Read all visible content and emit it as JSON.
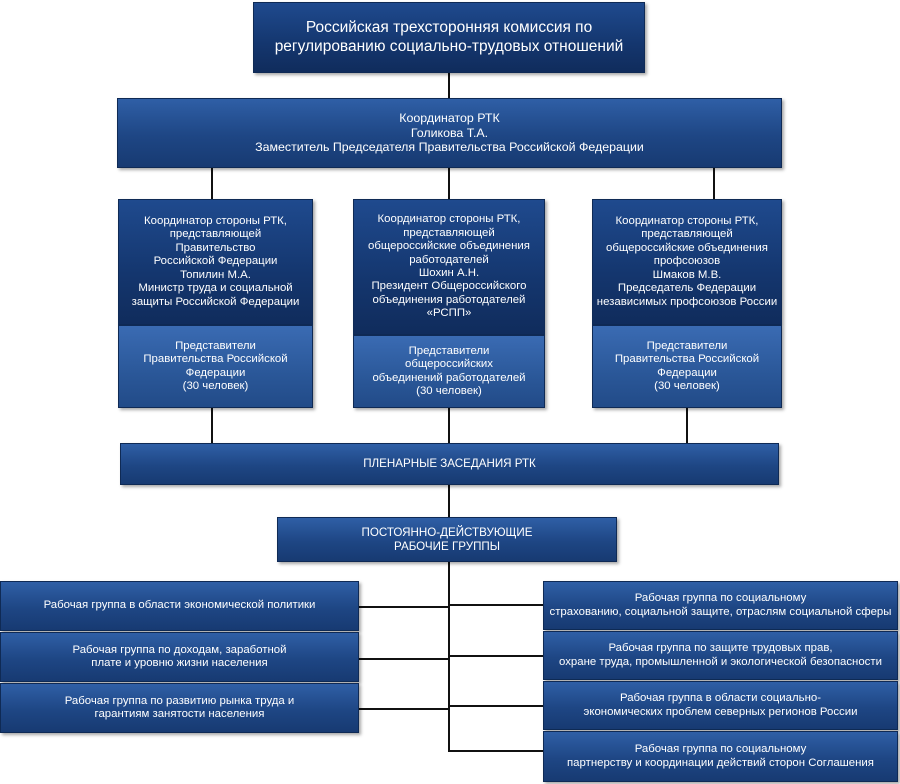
{
  "commission": [
    "Российская трехсторонняя комиссия по",
    "регулированию социально-трудовых отношений"
  ],
  "coordinator": [
    "Координатор РТК",
    "Голикова Т.А.",
    "Заместитель Председателя Правительства Российской Федерации"
  ],
  "sides": [
    {
      "coordinator": [
        "Координатор стороны РТК,",
        "представляющей",
        "Правительство",
        "Российской Федерации",
        "Топилин М.А.",
        "Министр труда и социальной",
        "защиты Российской Федерации"
      ],
      "representatives": [
        "Представители",
        "Правительства Российской",
        "Федерации",
        "(30 человек)"
      ]
    },
    {
      "coordinator": [
        "Координатор стороны РТК,",
        "представляющей",
        "общероссийские объединения",
        "работодателей",
        "Шохин А.Н.",
        "Президент Общероссийского",
        "объединения работодателей",
        "«РСПП»"
      ],
      "representatives": [
        "Представители",
        "общероссийских",
        "объединений работодателей",
        "(30 человек)"
      ]
    },
    {
      "coordinator": [
        "Координатор стороны РТК,",
        "представляющей",
        "общероссийские объединения",
        "профсоюзов",
        "Шмаков М.В.",
        "Председатель  Федерации",
        "независимых профсоюзов России"
      ],
      "representatives": [
        "Представители",
        "Правительства Российской",
        "Федерации",
        "(30 человек)"
      ]
    }
  ],
  "plenary": "ПЛЕНАРНЫЕ ЗАСЕДАНИЯ РТК",
  "permanent_groups": [
    "ПОСТОЯННО-ДЕЙСТВУЮЩИЕ",
    "РАБОЧИЕ ГРУППЫ"
  ],
  "left_groups": [
    [
      "Рабочая группа в области экономической политики"
    ],
    [
      "Рабочая группа по доходам, заработной",
      "плате и уровню жизни населения"
    ],
    [
      "Рабочая группа по развитию рынка труда и",
      "гарантиям  занятости населения"
    ]
  ],
  "right_groups": [
    [
      "Рабочая группа по социальному",
      "страхованию, социальной защите, отраслям социальной сферы"
    ],
    [
      "Рабочая группа по защите трудовых прав,",
      "охране труда, промышленной и экологической безопасности"
    ],
    [
      "Рабочая группа в области социально-",
      "экономических проблем северных регионов России"
    ],
    [
      "Рабочая группа по социальному",
      "партнерству и координации действий сторон Соглашения"
    ]
  ]
}
